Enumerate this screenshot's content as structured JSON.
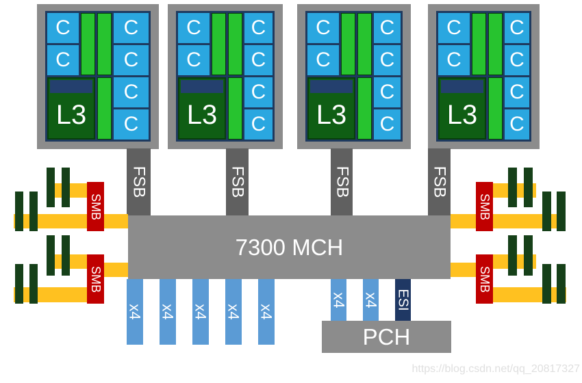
{
  "labels": {
    "core": "C",
    "l3_cache": "L3",
    "fsb": "FSB",
    "mch": "7300 MCH",
    "smb": "SMB",
    "pcie_x4": "x4",
    "esi": "ESI",
    "pch": "PCH"
  },
  "watermark": "https://blog.csdn.net/qq_20817327",
  "structure": {
    "cpu_package_count": 4,
    "cores_per_package": 6,
    "l2_strips_per_package": 3,
    "fsb_link_count": 4,
    "smb_count": 4,
    "dimms_per_smb": 4,
    "pcie_x4_left_count": 5,
    "pcie_x4_right_count": 2,
    "esi_link_count": 1
  },
  "colors": {
    "background": "#ffffff",
    "package_gray": "#8c8c8c",
    "bus_gray": "#606060",
    "die_navy": "#1e3a5f",
    "core_blue": "#2aa7e0",
    "l2_green": "#27c32f",
    "l2_border_green": "#063f06",
    "l3_green": "#0f5e14",
    "uncore_navy": "#24406e",
    "dimm_green": "#164019",
    "channel_yellow": "#ffc120",
    "smb_red": "#c00000",
    "pcie_blue": "#5b9bd5",
    "esi_navy": "#1f3864",
    "text_white": "#ffffff",
    "watermark_gray": "#dfdfdf"
  }
}
